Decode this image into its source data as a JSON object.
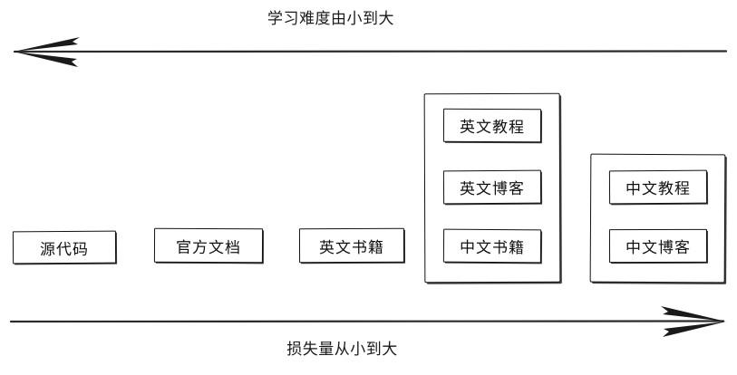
{
  "diagram": {
    "title_top": "学习难度由小到大",
    "title_bottom": "损失量从小到大",
    "axes": [
      {
        "name": "difficulty-axis",
        "label": "学习难度由小到大",
        "direction": "left",
        "position": "top"
      },
      {
        "name": "loss-axis",
        "label": "损失量从小到大",
        "direction": "right",
        "position": "bottom"
      }
    ],
    "nodes": [
      {
        "id": "n1",
        "label": "源代码"
      },
      {
        "id": "n2",
        "label": "官方文档"
      },
      {
        "id": "n3",
        "label": "英文书籍"
      }
    ],
    "groups": [
      {
        "id": "g1",
        "items": [
          {
            "id": "g1a",
            "label": "英文教程"
          },
          {
            "id": "g1b",
            "label": "英文博客"
          },
          {
            "id": "g1c",
            "label": "中文书籍"
          }
        ]
      },
      {
        "id": "g2",
        "items": [
          {
            "id": "g2a",
            "label": "中文教程"
          },
          {
            "id": "g2b",
            "label": "中文博客"
          }
        ]
      }
    ],
    "colors": {
      "stroke": "#111111",
      "background": "#ffffff",
      "text": "#1a1a1a"
    }
  }
}
